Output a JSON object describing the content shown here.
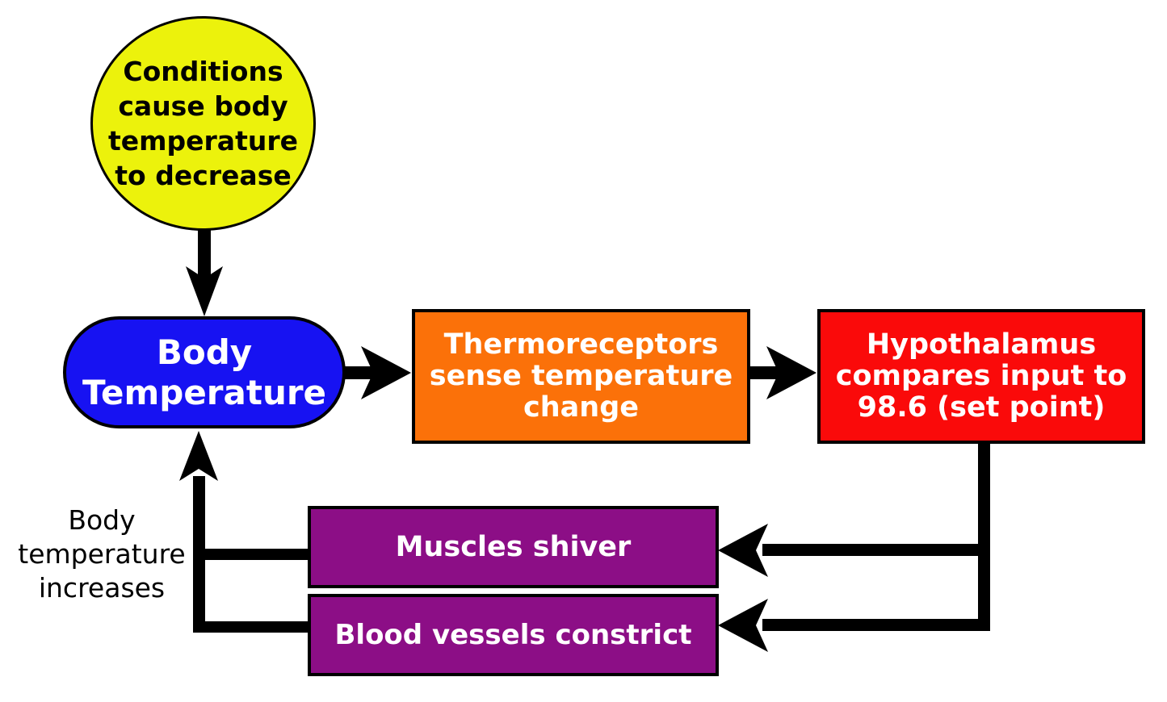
{
  "diagram": {
    "background": "#FFFFFF",
    "connector_color": "#000000",
    "nodes": {
      "stimulus": {
        "lines": [
          "Conditions",
          "cause body",
          "temperature",
          "to decrease"
        ],
        "fill": "#ECF20C",
        "text_color": "#000000",
        "shape": "circle"
      },
      "body_temperature": {
        "lines": [
          "Body",
          "Temperature"
        ],
        "fill": "#1712F2",
        "text_color": "#FFFFFF",
        "shape": "stadium"
      },
      "thermoreceptors": {
        "lines": [
          "Thermoreceptors",
          "sense temperature",
          "change"
        ],
        "fill": "#FB7109",
        "text_color": "#FFFFFF",
        "shape": "rectangle"
      },
      "hypothalamus": {
        "lines": [
          "Hypothalamus",
          "compares input to",
          "98.6 (set point)"
        ],
        "fill": "#FA0A0A",
        "text_color": "#FFFFFF",
        "shape": "rectangle"
      },
      "muscles_shiver": {
        "label": "Muscles shiver",
        "fill": "#8C0E86",
        "text_color": "#FFFFFF",
        "shape": "rectangle"
      },
      "blood_vessels_constrict": {
        "label": "Blood vessels constrict",
        "fill": "#8C0E86",
        "text_color": "#FFFFFF",
        "shape": "rectangle"
      }
    },
    "annotations": {
      "feedback_label": {
        "lines": [
          "Body",
          "temperature",
          "increases"
        ]
      }
    },
    "connections": [
      "stimulus -> body_temperature",
      "body_temperature -> thermoreceptors",
      "thermoreceptors -> hypothalamus",
      "hypothalamus -> muscles_shiver",
      "hypothalamus -> blood_vessels_constrict",
      "muscles_shiver -> body_temperature",
      "blood_vessels_constrict -> body_temperature"
    ]
  }
}
